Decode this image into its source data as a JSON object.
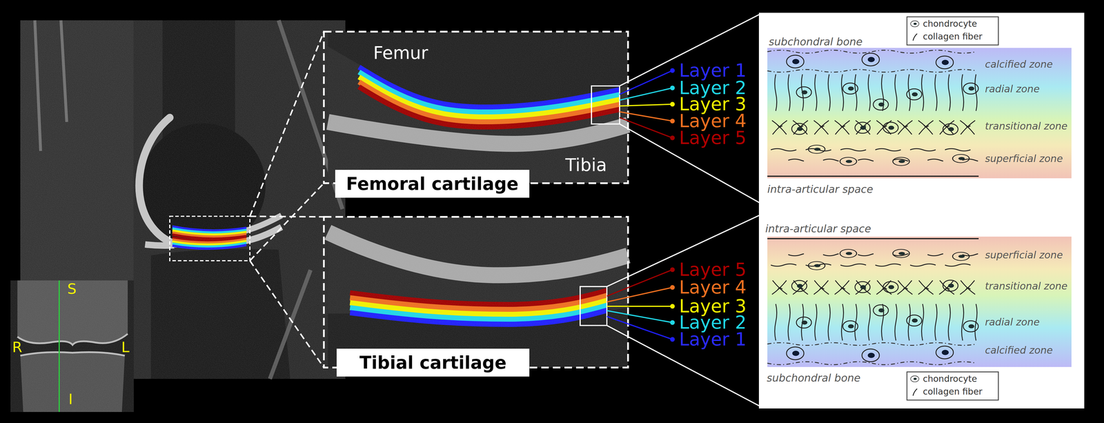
{
  "diagram": {
    "nodes": [
      {
        "text": [
          "Femoral cartilage"
        ]
      },
      {
        "text": [
          "Tibial cartilage"
        ]
      }
    ],
    "labels": [
      "S",
      "R",
      "L",
      "I",
      "Femur",
      "Layer 1",
      "Layer 2",
      "Layer 3",
      "Layer 4",
      "Layer 5",
      "Tibia",
      "Layer 5",
      "Layer 4",
      "Layer 3",
      "Layer 2",
      "Layer 1",
      "subchondral bone",
      "calcified zone",
      "radial zone",
      "transitional zone",
      "superficial zone",
      "intra-articular space",
      "intra-articular space",
      "superficial zone",
      "transitional zone",
      "radial zone",
      "calcified zone",
      "subchondral bone"
    ],
    "legend": [
      {
        "text": "chondrocyte"
      },
      {
        "text": "collagen fiber"
      },
      {
        "text": "chondrocyte"
      },
      {
        "text": "collagen fiber"
      }
    ]
  }
}
